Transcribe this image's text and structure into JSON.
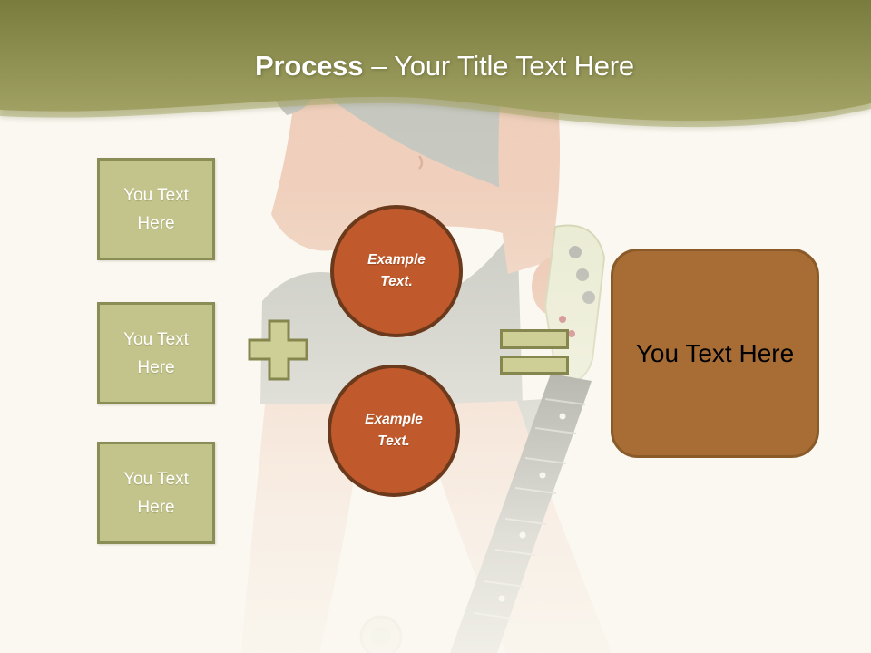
{
  "slide": {
    "header": {
      "title_bold": "Process",
      "title_rest": "– Your Title Text Here"
    },
    "left_boxes": [
      {
        "label": "You Text Here"
      },
      {
        "label": "You Text Here"
      },
      {
        "label": "You Text Here"
      }
    ],
    "operators": {
      "plus_icon": "plus-sign",
      "equals_icon": "equals-sign"
    },
    "example_circles": [
      {
        "label": "Example Text."
      },
      {
        "label": "Example Text."
      }
    ],
    "result_box": {
      "label": "You Text Here"
    },
    "background": {
      "description": "faded photo of a woman holding an electric guitar"
    },
    "colors": {
      "header_olive_top": "#7a7c3e",
      "header_olive_bottom": "#a3a466",
      "khaki_fill": "#c3c48c",
      "khaki_border": "#8b8d56",
      "operator_fill": "#cdcf97",
      "operator_border": "#85874f",
      "circle_fill": "#c05a2c",
      "circle_border": "#6b3a1d",
      "result_fill": "#a76d35",
      "result_border": "#8a5a28",
      "title_text": "#ffffff",
      "result_text": "#000000"
    }
  }
}
